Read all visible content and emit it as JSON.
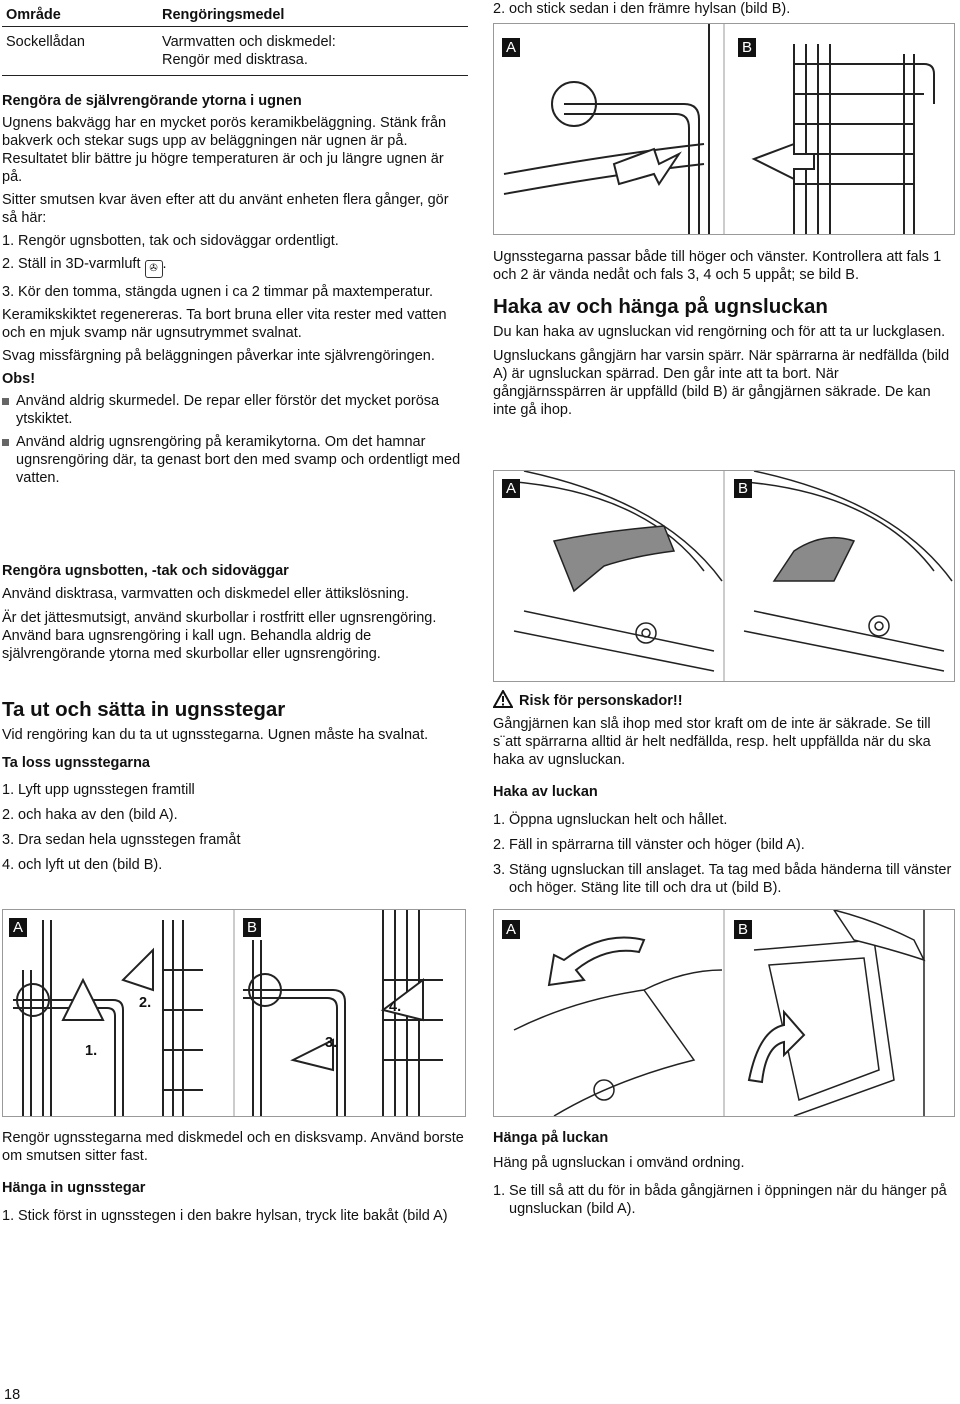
{
  "table": {
    "header_area": "Område",
    "header_agent": "Rengöringsmedel",
    "row_area": "Sockellådan",
    "row_agent_line1": "Varmvatten och diskmedel:",
    "row_agent_line2": "Rengör med disktrasa."
  },
  "selfclean": {
    "title": "Rengöra de självrengörande ytorna i ugnen",
    "p1": "Ugnens bakvägg har en mycket porös keramikbeläggning. Stänk från bakverk och stekar sugs upp av beläggningen när ugnen är på. Resultatet blir bättre ju högre temperaturen är och ju längre ugnen är på.",
    "p2": "Sitter smutsen kvar även efter att du använt enheten flera gånger, gör så här:",
    "steps": [
      {
        "n": "1.",
        "t": "Rengör ugnsbotten, tak och sidoväggar ordentligt."
      },
      {
        "n": "2.",
        "t": "Ställ in 3D-varmluft"
      },
      {
        "n": "3.",
        "t": "Kör den tomma, stängda ugnen i ca 2 timmar på maxtemperatur."
      }
    ],
    "p3": "Keramikskiktet regenereras. Ta bort bruna eller vita rester med vatten och en mjuk svamp när ugnsutrymmet svalnat.",
    "p4": "Svag missfärgning på beläggningen påverkar inte självrengöringen.",
    "obs": "Obs!",
    "bullets": [
      "Använd aldrig skurmedel. De repar eller förstör det mycket porösa ytskiktet.",
      "Använd aldrig ugnsrengöring på keramikytorna. Om det hamnar ugnsrengöring där, ta genast bort den med svamp och ordentligt med vatten."
    ]
  },
  "bottom": {
    "title": "Rengöra ugnsbotten, -tak och sidoväggar",
    "p1": "Använd disktrasa, varmvatten och diskmedel eller ättikslösning.",
    "p2": "Är det jättesmutsigt, använd skurbollar i rostfritt eller ugnsrengöring. Använd bara ugnsrengöring i kall ugn. Behandla aldrig de självrengörande ytorna med skurbollar eller ugnsrengöring."
  },
  "racks": {
    "title": "Ta ut och sätta in ugnsstegar",
    "intro": "Vid rengöring kan du ta ut ugnsstegarna. Ugnen måste ha svalnat.",
    "remove_title": "Ta loss ugnsstegarna",
    "remove_steps": [
      {
        "n": "1.",
        "t": "Lyft upp ugnsstegen framtill"
      },
      {
        "n": "2.",
        "t": "och haka av den (bild A)."
      },
      {
        "n": "3.",
        "t": "Dra sedan hela ugnsstegen framåt"
      },
      {
        "n": "4.",
        "t": "och lyft ut den (bild B)."
      }
    ],
    "fig_labels": [
      "A",
      "B"
    ],
    "fig_step_labels": [
      "1.",
      "2.",
      "3.",
      "4."
    ],
    "clean": "Rengör ugnsstegarna med diskmedel och en disksvamp. Använd borste om smutsen sitter fast.",
    "hang_title": "Hänga in ugnsstegar",
    "hang_steps": [
      {
        "n": "1.",
        "t": "Stick först in ugnsstegen i den bakre hylsan, tryck lite bakåt (bild A)"
      }
    ]
  },
  "right": {
    "step2": {
      "n": "2.",
      "t": "och stick sedan i den främre hylsan (bild B)."
    },
    "fig1_labels": [
      "A",
      "B"
    ],
    "p_fits": "Ugnsstegarna passar både till höger och vänster. Kontrollera att fals 1 och 2 är vända nedåt och fals 3, 4 och 5 uppåt; se bild B.",
    "door_title": "Haka av och hänga på ugnsluckan",
    "door_p1": "Du kan haka av ugnsluckan vid rengörning och för att ta ur luckglasen.",
    "door_p2": "Ugnsluckans gångjärn har varsin spärr. När spärrarna är nedfällda (bild A) är ugnsluckan spärrad. Den går inte att ta bort. När gångjärnsspärren är uppfälld (bild B) är gångjärnen säkrade. De kan inte gå ihop.",
    "fig2_labels": [
      "A",
      "B"
    ],
    "warn_title": "Risk för personskador!!",
    "warn_text": "Gångjärnen kan slå ihop med stor kraft om de inte är säkrade. Se till s¨att spärrarna alltid är helt nedfällda, resp. helt uppfällda när du ska haka av ugnsluckan.",
    "remove_title": "Haka av luckan",
    "remove_steps": [
      {
        "n": "1.",
        "t": "Öppna ugnsluckan helt och hållet."
      },
      {
        "n": "2.",
        "t": "Fäll in spärrarna till vänster och höger (bild A)."
      },
      {
        "n": "3.",
        "t": "Stäng ugnsluckan till anslaget. Ta tag med båda händerna till vänster och höger. Stäng lite till och dra ut (bild B)."
      }
    ],
    "fig3_labels": [
      "A",
      "B"
    ],
    "hang_title": "Hänga på luckan",
    "hang_p": "Häng på ugnsluckan i omvänd ordning.",
    "hang_steps": [
      {
        "n": "1.",
        "t": "Se till så att du för in båda gångjärnen i öppningen när du hänger på ugnsluckan (bild A)."
      }
    ]
  },
  "page_number": "18"
}
